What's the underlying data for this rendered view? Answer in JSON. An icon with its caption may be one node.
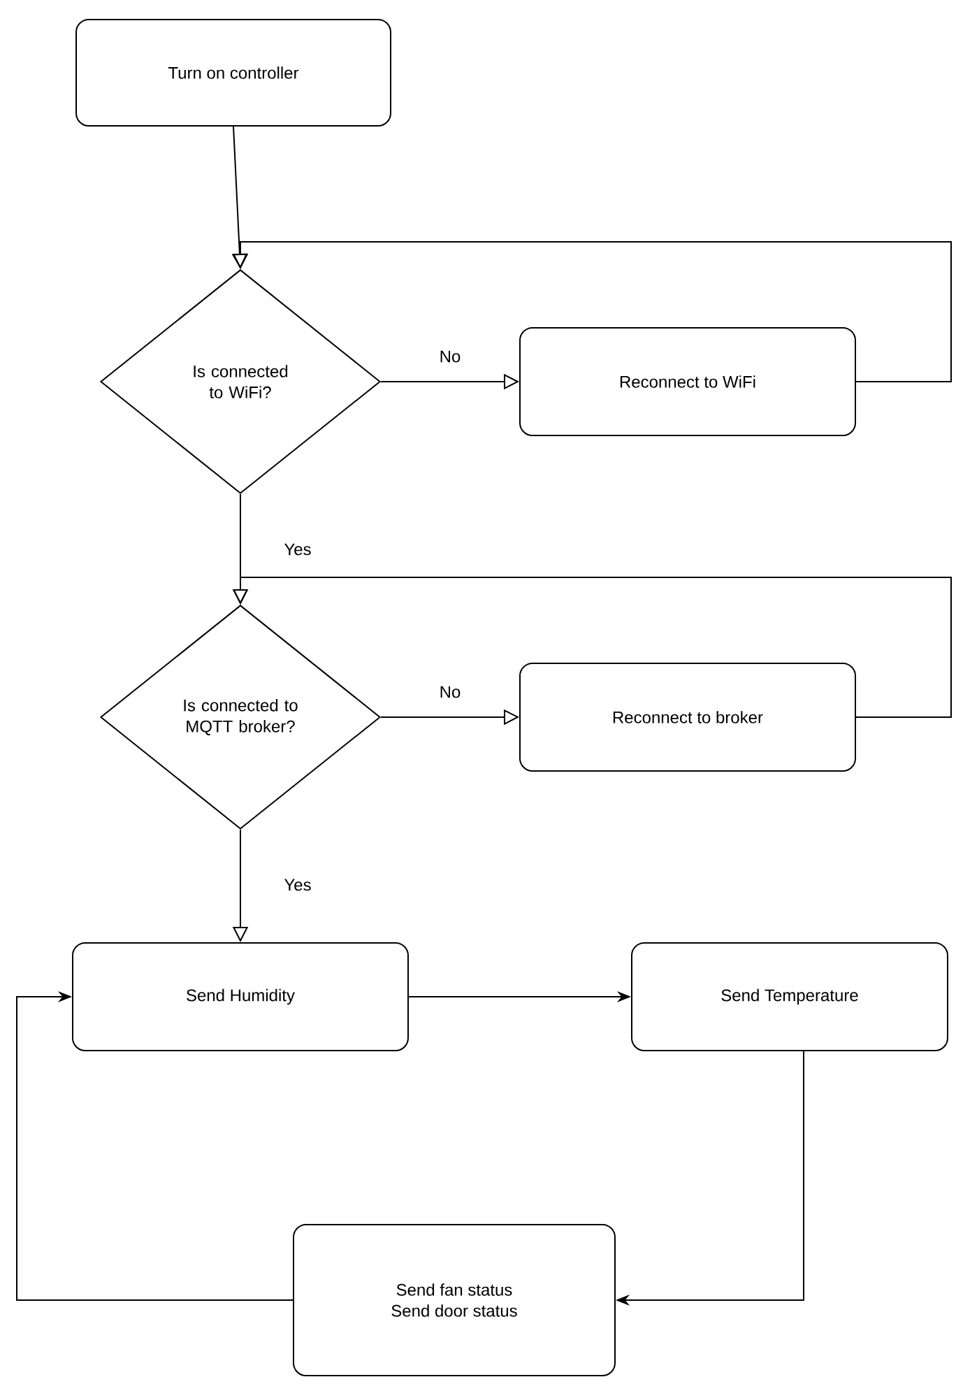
{
  "diagram": {
    "nodes": [
      {
        "text": [
          "Turn on controller"
        ]
      },
      {
        "text": [
          "Is connected to WiFi?"
        ]
      },
      {
        "text": [
          "Reconnect to WiFi"
        ]
      },
      {
        "text": [
          "Is connected to MQTT broker?"
        ]
      },
      {
        "text": [
          "Reconnect to broker"
        ]
      },
      {
        "text": [
          "Send Humidity"
        ]
      },
      {
        "text": [
          "Send Temperature"
        ]
      },
      {
        "text": [
          "Send fan status",
          "Send door status"
        ]
      }
    ],
    "edges": [
      {
        "from": 0,
        "to": 1,
        "arrow": "to"
      },
      {
        "from": 1,
        "to": 2,
        "arrow": "to",
        "label": "No"
      },
      {
        "from": 2,
        "to": 1,
        "arrow": "to"
      },
      {
        "from": 1,
        "to": 3,
        "arrow": "to",
        "label": "Yes"
      },
      {
        "from": 3,
        "to": 4,
        "arrow": "to",
        "label": "No"
      },
      {
        "from": 4,
        "to": 3,
        "arrow": "to"
      },
      {
        "from": 3,
        "to": 5,
        "arrow": "to",
        "label": "Yes"
      },
      {
        "from": 5,
        "to": 6,
        "arrow": "to"
      },
      {
        "from": 6,
        "to": 7,
        "arrow": "to"
      },
      {
        "from": 7,
        "to": 5,
        "arrow": "to"
      }
    ]
  }
}
